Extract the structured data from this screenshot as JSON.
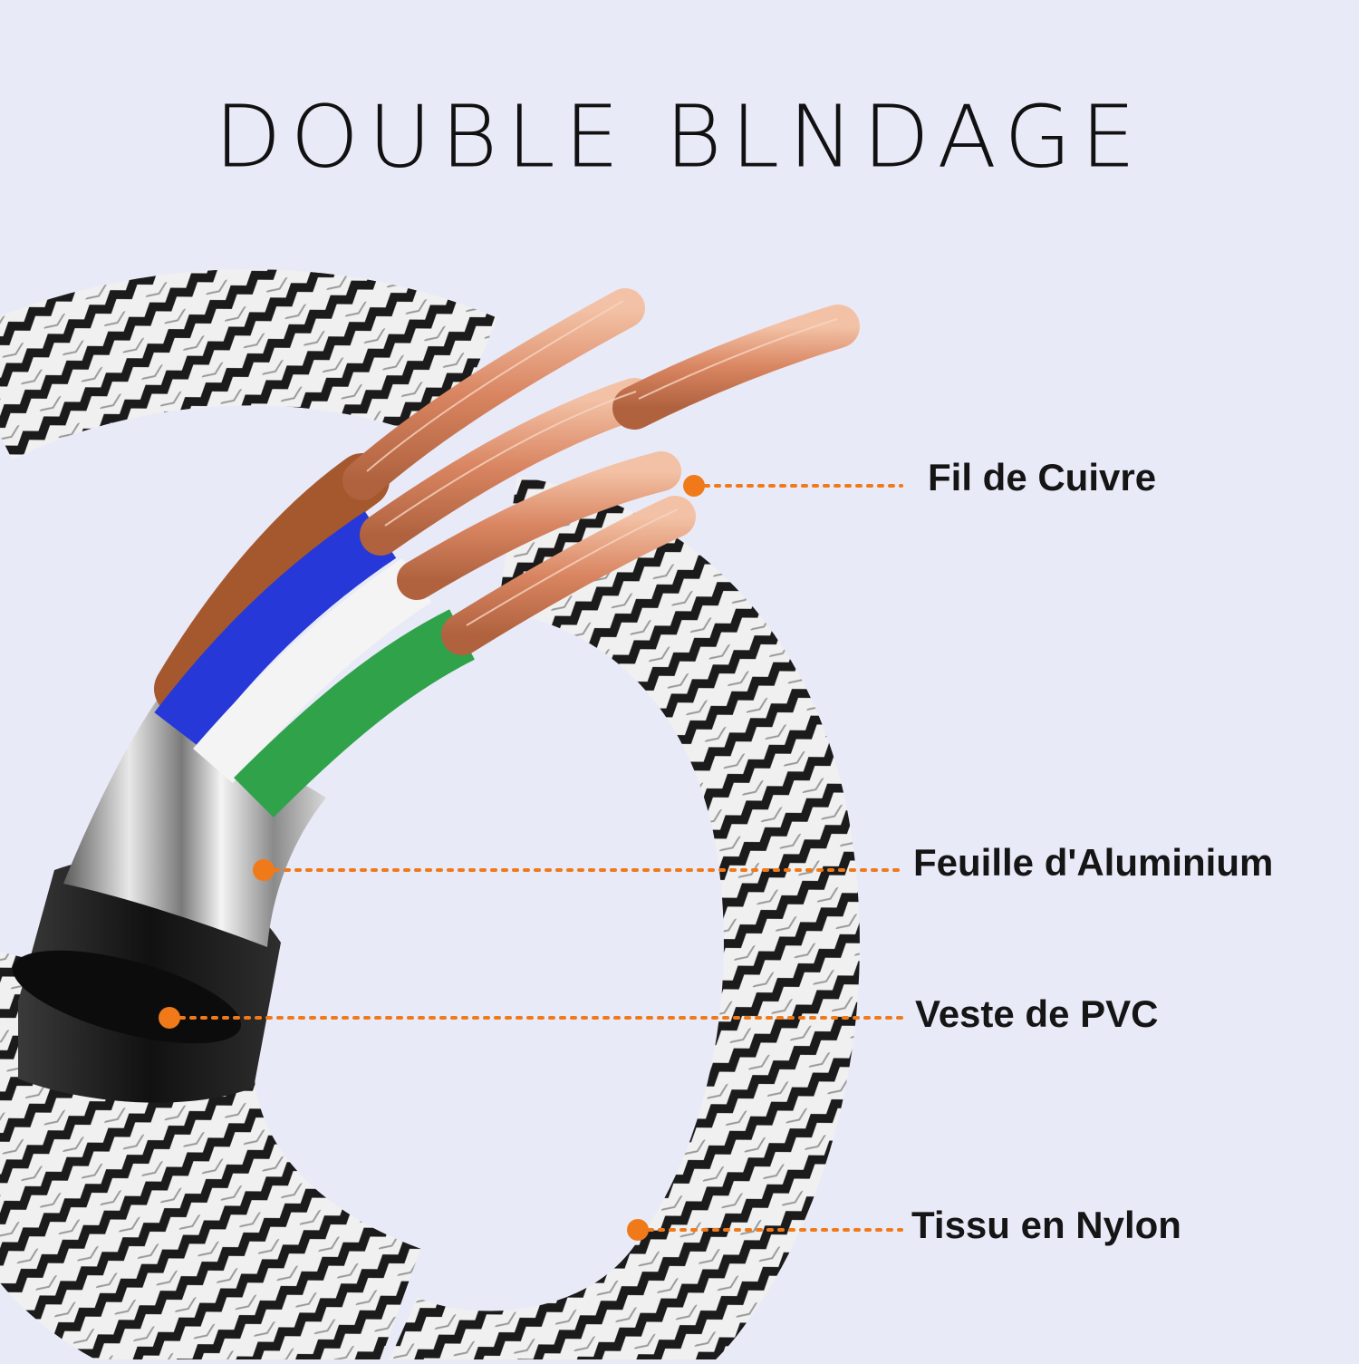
{
  "title": "DOUBLE BLNDAGE",
  "labels": {
    "copper": "Fil de Cuivre",
    "aluminium": "Feuille d'Aluminium",
    "pvc": "Veste de PVC",
    "nylon": "Tissu en Nylon"
  },
  "colors": {
    "background": "#e9eaf8",
    "accent": "#f07a1a",
    "copper": "#d98a66",
    "wire_blue": "#2638d8",
    "wire_green": "#2fa24a",
    "wire_brown": "#a5582e",
    "pvc_jacket": "#1c1c1c",
    "braid_dark": "#1a1a1a",
    "braid_light": "#f2f2f2"
  }
}
